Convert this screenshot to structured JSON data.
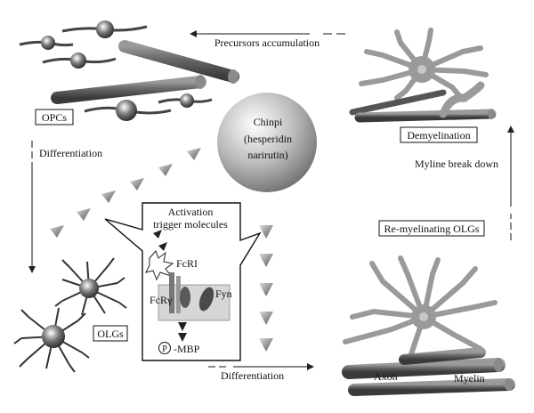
{
  "labels": {
    "precursors": "Precursors accumulation",
    "opcs": "OPCs",
    "differentiation_left": "Differentiation",
    "chinpi_line1": "Chinpi",
    "chinpi_line2": "(hesperidin",
    "chinpi_line3": "narirutin)",
    "demyelination": "Demyelination",
    "myline_break": "Myline break down",
    "activation_line1": "Activation",
    "activation_line2": "trigger molecules",
    "fcri": "FcRI",
    "fcrg": "FcRγ",
    "fyn": "Fyn",
    "p_symbol": "P",
    "mbp": "-MBP",
    "olgs": "OLGs",
    "remyelinating": "Re-myelinating OLGs",
    "differentiation_bottom": "Differentiation",
    "axon": "Axon",
    "myelin": "Myelin"
  },
  "colors": {
    "cell_gray": "#8c8c8c",
    "dark_gray": "#555555",
    "arrow_gray": "#9a9a9a"
  }
}
